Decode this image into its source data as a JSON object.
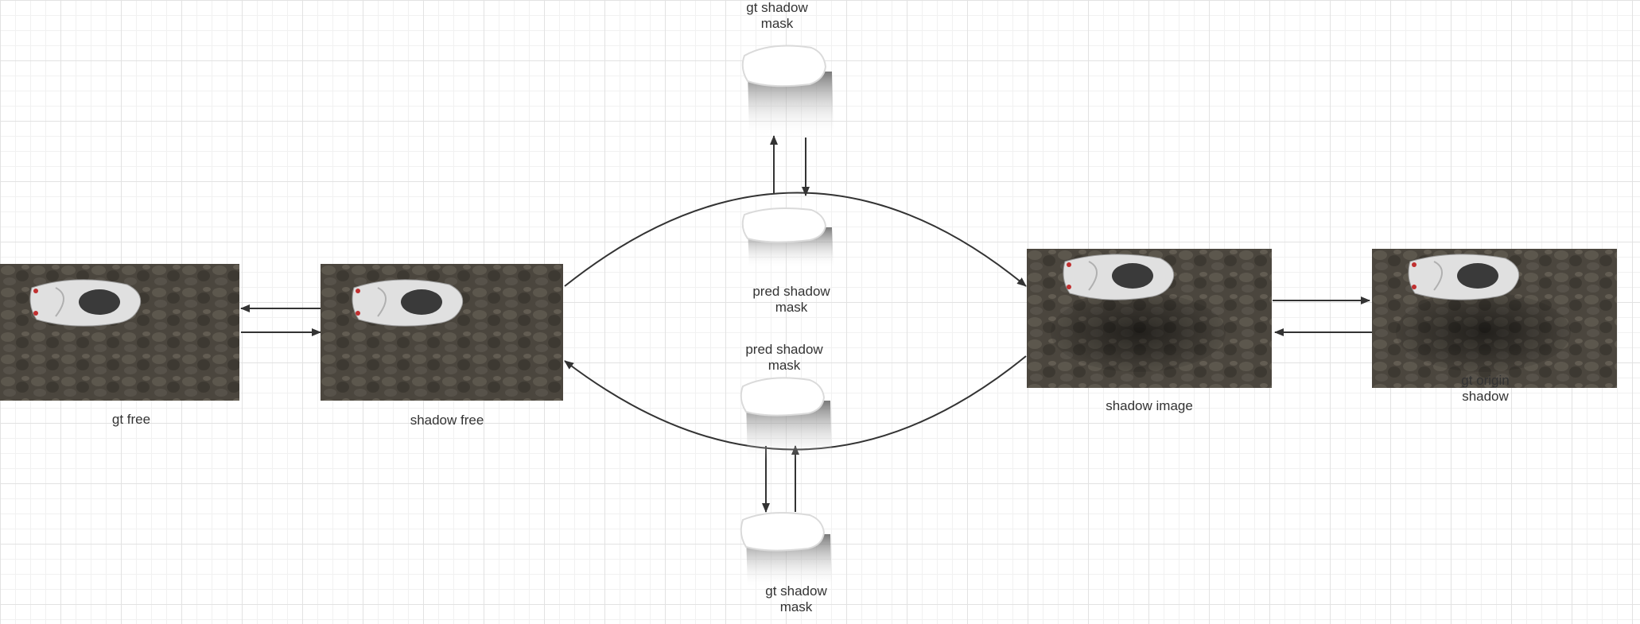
{
  "diagram": {
    "nodes": {
      "gt_free": {
        "label": "gt free"
      },
      "shadow_free": {
        "label": "shadow free"
      },
      "shadow_image": {
        "label": "shadow image"
      },
      "gt_origin_shadow": {
        "label": "gt origin\nshadow"
      },
      "gt_shadow_mask_top": {
        "label": "gt shadow\nmask"
      },
      "pred_shadow_mask_top": {
        "label": "pred shadow\nmask"
      },
      "pred_shadow_mask_bottom": {
        "label": "pred shadow\nmask"
      },
      "gt_shadow_mask_bottom": {
        "label": "gt shadow\nmask"
      }
    },
    "colors": {
      "grid_major": "#e2e2e2",
      "grid_minor": "#f1f1f1",
      "arrow": "#333333",
      "label_text": "#333333",
      "ground": "#4b463e",
      "car_body": "#e0e0e0"
    }
  }
}
